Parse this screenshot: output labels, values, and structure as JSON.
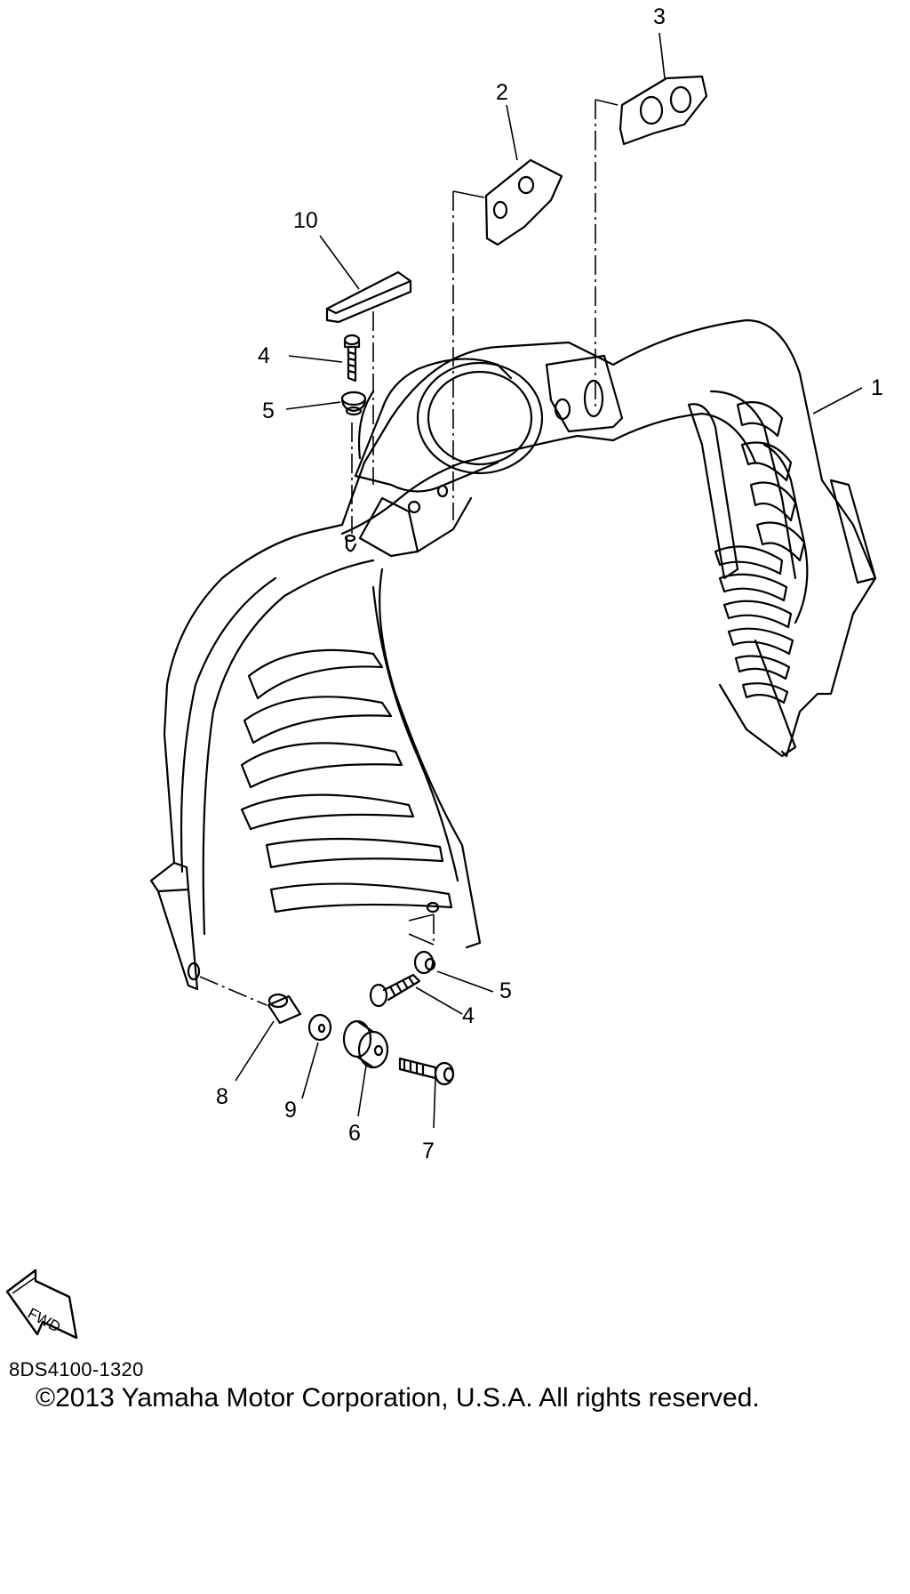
{
  "diagram": {
    "callouts": {
      "c1": "1",
      "c2": "2",
      "c3": "3",
      "c4a": "4",
      "c5a": "5",
      "c10": "10",
      "c4b": "4",
      "c5b": "5",
      "c6": "6",
      "c7": "7",
      "c8": "8",
      "c9": "9"
    },
    "fwd_label": "FWD",
    "part_code": "8DS4100-1320",
    "copyright": "©2013 Yamaha Motor Corporation, U.S.A. All rights reserved."
  }
}
